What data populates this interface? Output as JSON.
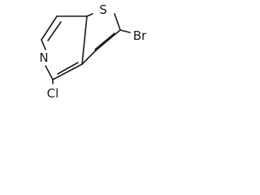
{
  "structure": {
    "atoms": {
      "sulfur": "S",
      "bromine": "Br",
      "nitrogen": "N",
      "chlorine": "Cl"
    }
  }
}
